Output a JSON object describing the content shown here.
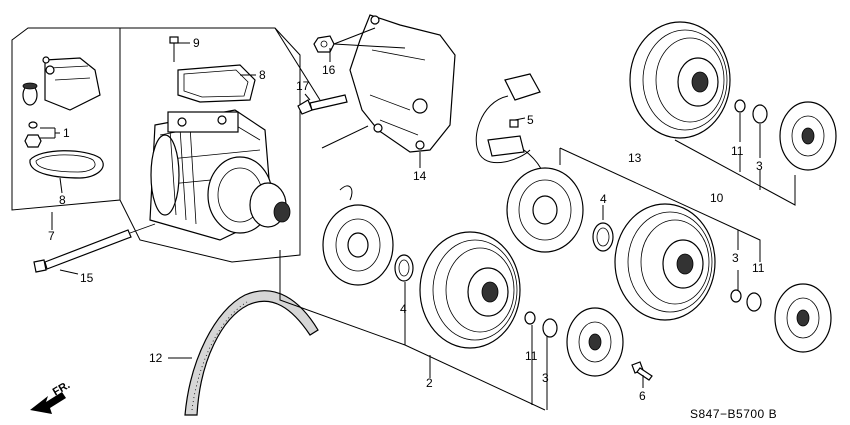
{
  "diagram": {
    "doc_code": "S847−B5700 B",
    "direction_label": "FR.",
    "callouts": [
      "1",
      "2",
      "3",
      "3",
      "3",
      "4",
      "4",
      "5",
      "6",
      "7",
      "8",
      "8",
      "9",
      "10",
      "11",
      "11",
      "11",
      "12",
      "13",
      "14",
      "15",
      "16",
      "17"
    ]
  }
}
